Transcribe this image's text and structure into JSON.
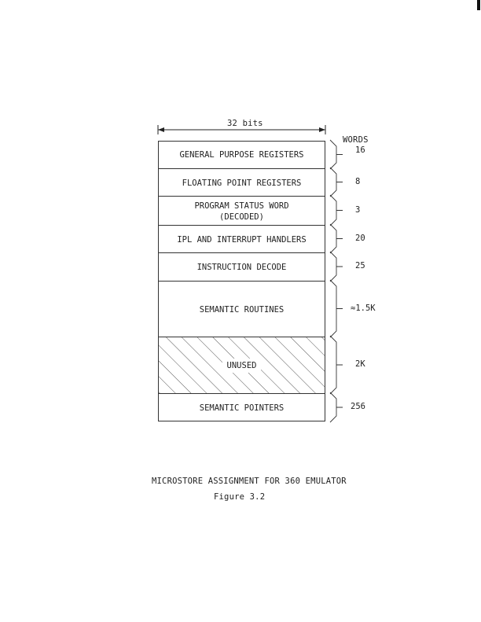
{
  "diagram": {
    "width_label": "32 bits",
    "words_header": "WORDS",
    "rows": [
      {
        "label": "GENERAL PURPOSE REGISTERS",
        "words": "16"
      },
      {
        "label": "FLOATING POINT REGISTERS",
        "words": "8"
      },
      {
        "label": "PROGRAM STATUS WORD",
        "sublabel": "(DECODED)",
        "words": "3"
      },
      {
        "label": "IPL AND INTERRUPT HANDLERS",
        "words": "20"
      },
      {
        "label": "INSTRUCTION DECODE",
        "words": "25"
      },
      {
        "label": "SEMANTIC ROUTINES",
        "words": "≈1.5K"
      },
      {
        "label": "UNUSED",
        "words": "2K",
        "hatched": true
      },
      {
        "label": "SEMANTIC POINTERS",
        "words": "256"
      }
    ]
  },
  "caption": "MICROSTORE ASSIGNMENT FOR 360 EMULATOR",
  "figure_label": "Figure 3.2"
}
